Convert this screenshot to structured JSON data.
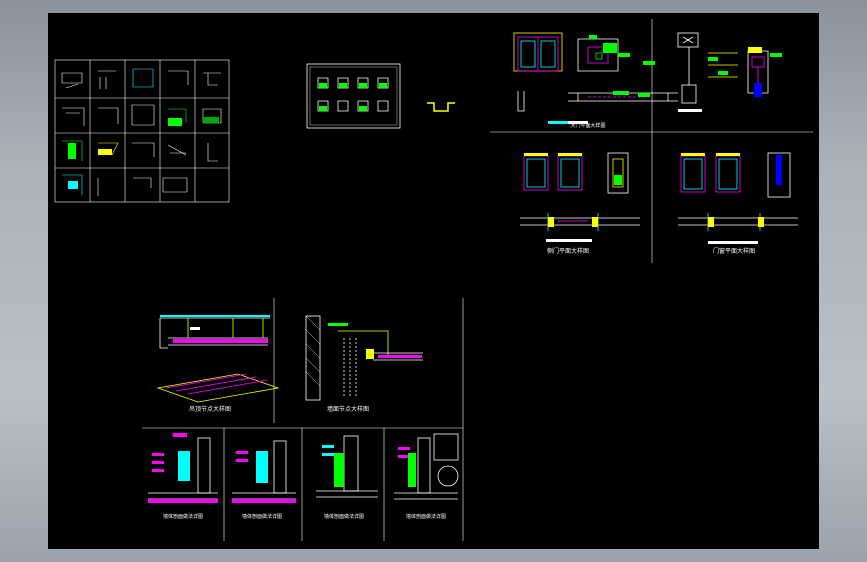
{
  "app": {
    "canvas_label": "CAD model space",
    "background_color": "#000000",
    "frame_color": "#b4bcc4"
  },
  "palette": {
    "line_white": "#ffffff",
    "line_cyan": "#00ffff",
    "line_green": "#00ff00",
    "line_magenta": "#ff00ff",
    "line_yellow": "#ffff00",
    "line_blue": "#3333ff",
    "line_red": "#ff2020"
  },
  "drawing_titles": {
    "door_detail_a": "大门平面大样图",
    "door_detail_b": "侧门平面大样图",
    "door_detail_c": "门窗平面大样图",
    "ceiling_detail": "吊顶节点大样图",
    "wall_detail": "墙面节点大样图",
    "section_1": "墙体剖面做法详图",
    "section_2": "墙体剖面做法详图",
    "section_3": "墙体剖面做法详图",
    "section_4": "墙体剖面做法详图"
  }
}
